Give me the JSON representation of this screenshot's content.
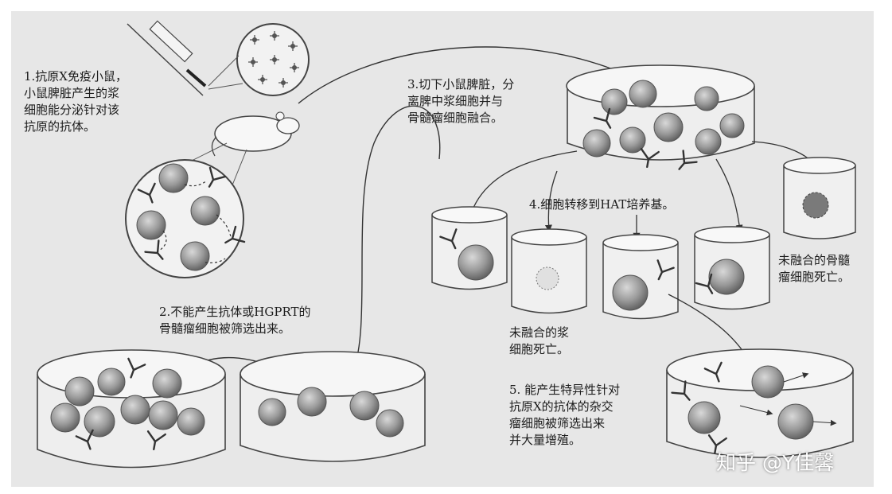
{
  "diagram": {
    "steps": [
      {
        "id": "step1",
        "text": "1.抗原X免疫小鼠，\n小鼠脾脏产生的浆\n细胞能分泌针对该\n抗原的抗体。"
      },
      {
        "id": "step2",
        "text": "2.不能产生抗体或HGPRT的\n骨髓瘤细胞被筛选出来。"
      },
      {
        "id": "step3",
        "text": "3.切下小鼠脾脏，分\n离脾中浆细胞并与\n骨髓瘤细胞融合。"
      },
      {
        "id": "step4",
        "text": "4.细胞转移到HAT培养基。"
      },
      {
        "id": "step5",
        "text": "5. 能产生特异性针对\n抗原X的抗体的杂交\n瘤细胞被筛选出来\n并大量增殖。"
      }
    ],
    "notes": {
      "unfused_plasma": "未融合的浆\n细胞死亡。",
      "unfused_myeloma": "未融合的骨髓\n瘤细胞死亡。"
    },
    "watermark": "知乎 @Y佳馨"
  }
}
